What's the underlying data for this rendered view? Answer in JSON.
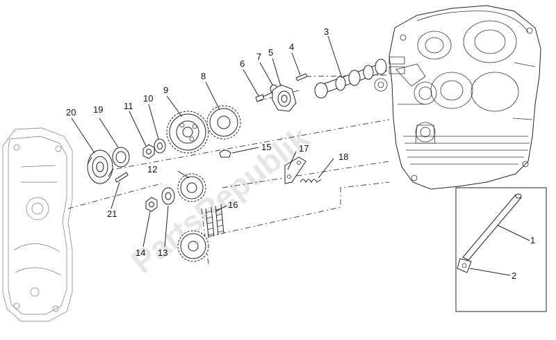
{
  "watermark": {
    "text": "PartsRepublik"
  },
  "labels": [
    {
      "id": "1",
      "text": "1"
    },
    {
      "id": "2",
      "text": "2"
    },
    {
      "id": "3",
      "text": "3"
    },
    {
      "id": "4",
      "text": "4"
    },
    {
      "id": "5",
      "text": "5"
    },
    {
      "id": "6",
      "text": "6"
    },
    {
      "id": "7",
      "text": "7"
    },
    {
      "id": "8",
      "text": "8"
    },
    {
      "id": "9",
      "text": "9"
    },
    {
      "id": "10",
      "text": "10"
    },
    {
      "id": "11",
      "text": "11"
    },
    {
      "id": "12",
      "text": "12"
    },
    {
      "id": "13",
      "text": "13"
    },
    {
      "id": "14",
      "text": "14"
    },
    {
      "id": "15",
      "text": "15"
    },
    {
      "id": "16",
      "text": "16"
    },
    {
      "id": "17",
      "text": "17"
    },
    {
      "id": "18",
      "text": "18"
    },
    {
      "id": "19",
      "text": "19"
    },
    {
      "id": "20",
      "text": "20"
    },
    {
      "id": "21",
      "text": "21"
    }
  ]
}
